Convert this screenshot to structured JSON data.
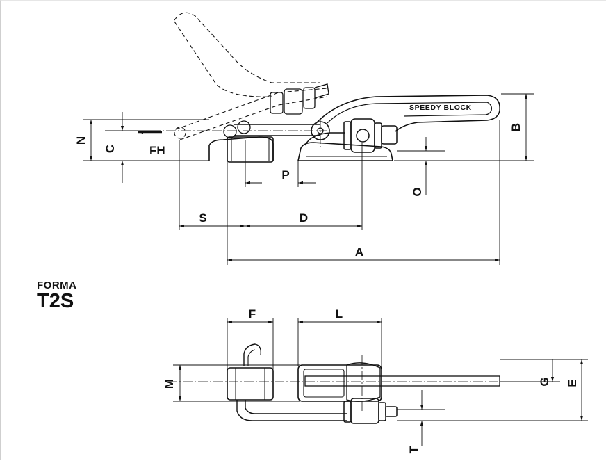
{
  "form": {
    "word": "FORMA",
    "model": "T2S"
  },
  "brand": "SPEEDY BLOCK",
  "force": "FH",
  "dims": {
    "N": "N",
    "C": "C",
    "B": "B",
    "P": "P",
    "O": "O",
    "S": "S",
    "D": "D",
    "A": "A",
    "F": "F",
    "L": "L",
    "M": "M",
    "G": "G",
    "E": "E",
    "T": "T"
  },
  "colors": {
    "line": "#111111",
    "background": "#ffffff"
  }
}
